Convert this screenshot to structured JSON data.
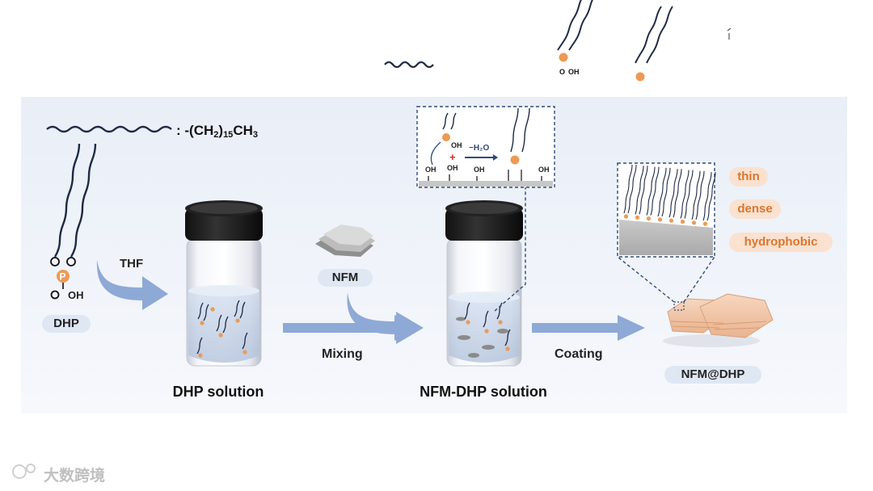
{
  "legend": {
    "prefix": ": -(CH",
    "sub1": "2",
    "mid": ")",
    "sub2": "15",
    "suffix": "CH",
    "sub3": "3"
  },
  "molecule": {
    "atom_p": "P",
    "oh_label": "OH",
    "o_label": "O"
  },
  "labels": {
    "dhp": "DHP",
    "thf": "THF",
    "nfm": "NFM",
    "mixing": "Mixing",
    "coating": "Coating",
    "dhp_solution": "DHP solution",
    "nfm_dhp_solution": "NFM-DHP solution",
    "nfm_at_dhp": "NFM@DHP"
  },
  "reaction": {
    "plus": "+",
    "water_loss": "−H₂O",
    "oh": "OH"
  },
  "properties": [
    "thin",
    "dense",
    "hydrophobic"
  ],
  "watermark": "大数跨境",
  "colors": {
    "panel": "#eef2f8",
    "arrow": "#8ea9d6",
    "phosphorus": "#ec9a55",
    "chain": "#1f2a44",
    "badge_blue": "#dfe7f3",
    "badge_orange": "#fbe1cf",
    "accent_orange": "#d8772f"
  }
}
